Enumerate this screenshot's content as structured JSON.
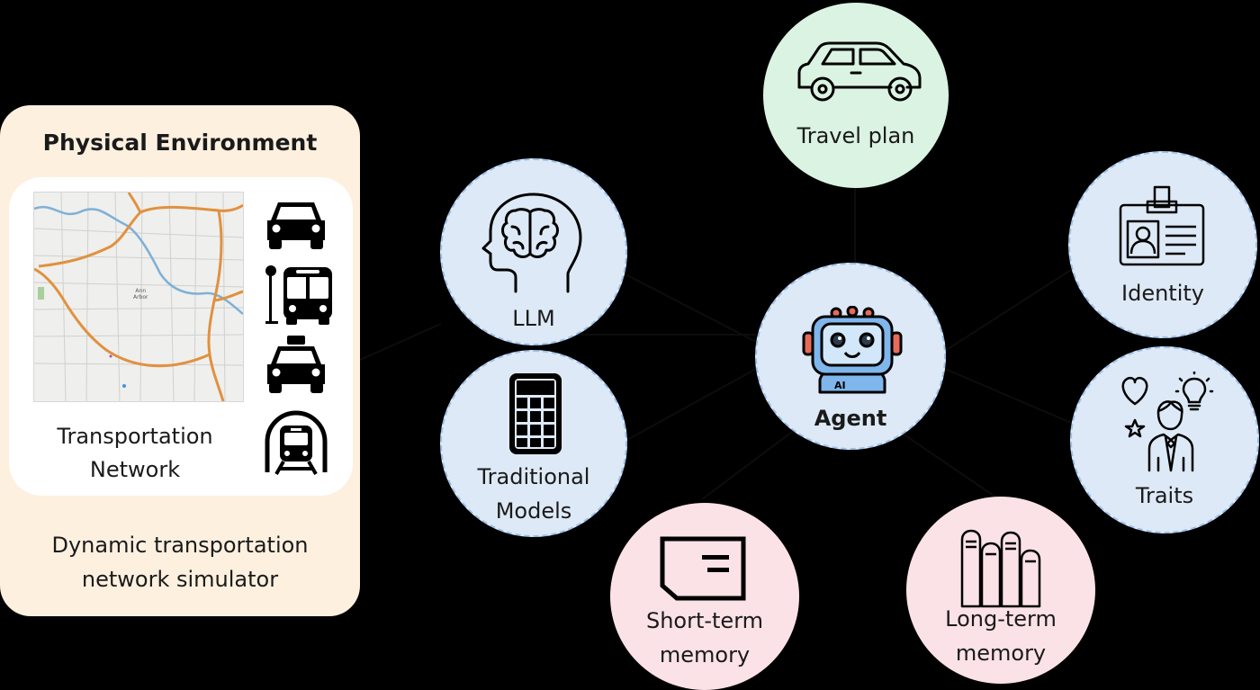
{
  "environment": {
    "title": "Physical Environment",
    "map_text": [
      "Ann",
      "Arbor"
    ],
    "network_label_lines": [
      "Transportation",
      "Network"
    ],
    "caption_lines": [
      "Dynamic transportation",
      "network simulator"
    ],
    "vehicle_icons": [
      "car-icon",
      "bus-icon",
      "taxi-icon",
      "train-icon"
    ]
  },
  "nodes": {
    "travel_plan": {
      "label": "Travel plan",
      "icon": "car-outline-icon"
    },
    "llm": {
      "label": "LLM",
      "icon": "brain-head-icon"
    },
    "traditional_models": {
      "label_lines": [
        "Traditional",
        "Models"
      ],
      "icon": "calculator-icon"
    },
    "agent": {
      "label": "Agent",
      "icon": "robot-icon",
      "robot_chest_text": "AI"
    },
    "identity": {
      "label": "Identity",
      "icon": "id-badge-icon"
    },
    "traits": {
      "label": "Traits",
      "icon": "person-traits-icon"
    },
    "short_term_memory": {
      "label_lines": [
        "Short-term",
        "memory"
      ],
      "icon": "memory-card-icon"
    },
    "long_term_memory": {
      "label_lines": [
        "Long-term",
        "memory"
      ],
      "icon": "books-icon"
    }
  },
  "colors": {
    "background": "#000000",
    "environment_panel": "#fdf0df",
    "module_circle": "#dde9f6",
    "output_circle": "#dbf3e2",
    "memory_circle": "#fbe2e6",
    "map_roads": "#e0913f",
    "map_water": "#7fb0d6"
  }
}
